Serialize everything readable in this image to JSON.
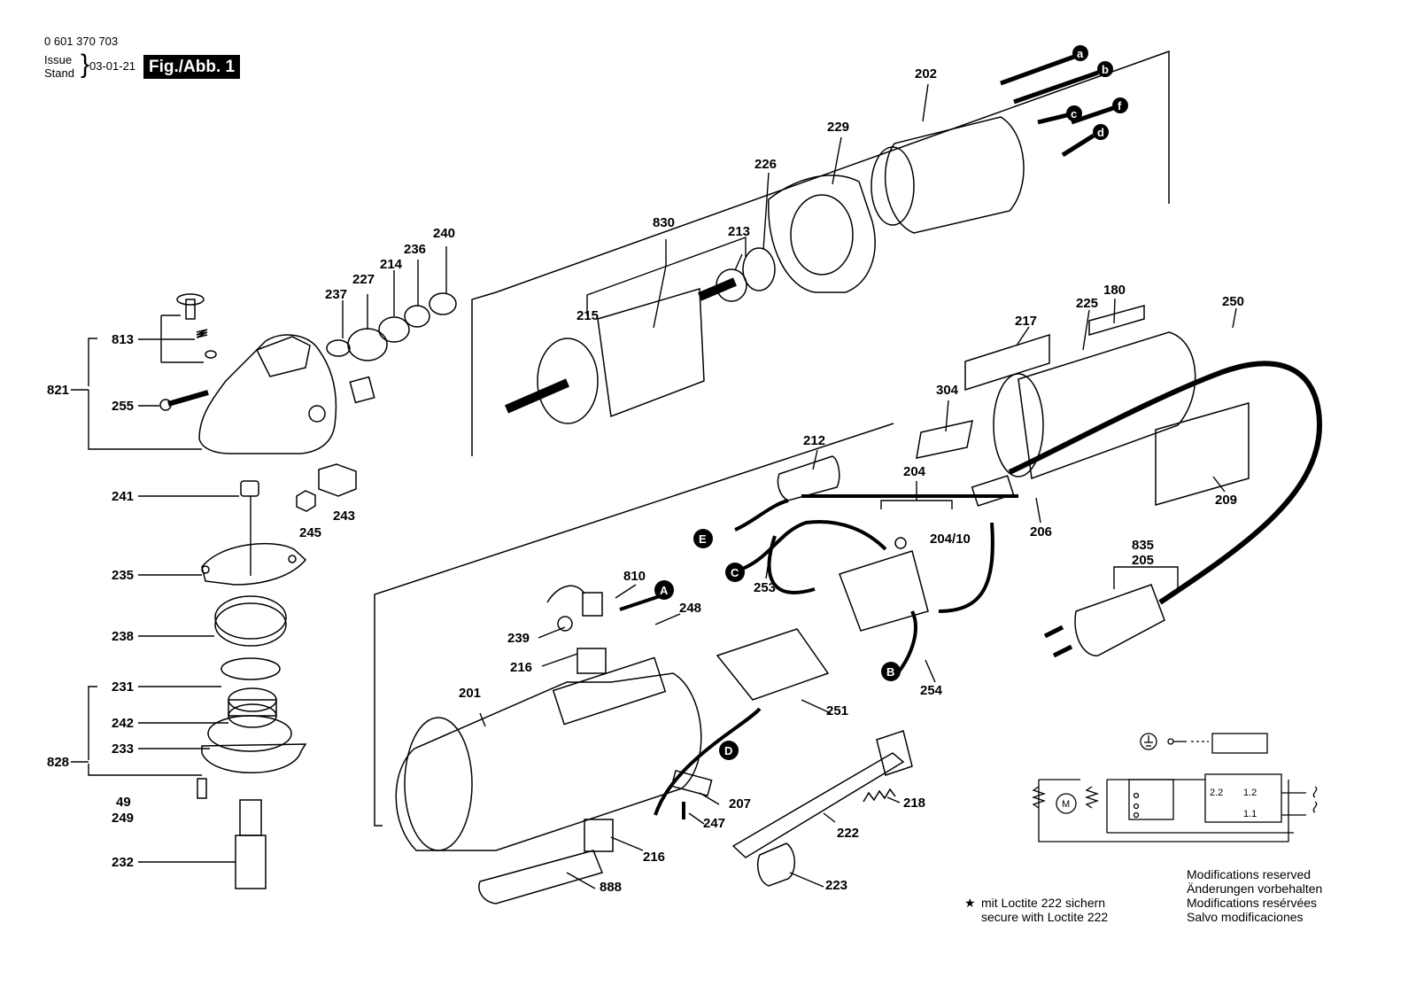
{
  "header": {
    "doc_number": "0 601 370 703",
    "issue_label": "Issue",
    "stand_label": "Stand",
    "issue_date": "03-01-21",
    "figure_label": "Fig./Abb. 1"
  },
  "parts": {
    "p821": "821",
    "p813": "813",
    "p255": "255",
    "p241": "241",
    "p245": "245",
    "p243": "243",
    "p235": "235",
    "p238": "238",
    "p231": "231",
    "p828": "828",
    "p242": "242",
    "p233": "233",
    "p49": "49",
    "p249": "249",
    "p232": "232",
    "p237": "237",
    "p227": "227",
    "p214": "214",
    "p236": "236",
    "p240": "240",
    "p830": "830",
    "p215": "215",
    "p213": "213",
    "p226": "226",
    "p229": "229",
    "p202": "202",
    "p217": "217",
    "p225": "225",
    "p180": "180",
    "p250": "250",
    "p304": "304",
    "p212": "212",
    "p204": "204",
    "p204_10": "204/10",
    "p206": "206",
    "p209": "209",
    "p253": "253",
    "p835": "835",
    "p205": "205",
    "p254": "254",
    "p810": "810",
    "p248": "248",
    "p239": "239",
    "p216a": "216",
    "p201": "201",
    "p251": "251",
    "p207": "207",
    "p247": "247",
    "p216b": "216",
    "p218": "218",
    "p222": "222",
    "p223": "223",
    "p888": "888"
  },
  "connector_letters": {
    "a": "a",
    "b": "b",
    "c": "c",
    "d": "d",
    "f": "f",
    "A": "A",
    "B": "B",
    "C": "C",
    "D": "D",
    "E": "E"
  },
  "schematic": {
    "motor": "M",
    "t22": "2.2",
    "t12": "1.2",
    "t11": "1.1"
  },
  "notes": {
    "star": "★",
    "loctite_de": "mit Loctite 222 sichern",
    "loctite_en": "secure with Loctite 222",
    "mod_en": "Modifications reserved",
    "mod_de": "Änderungen vorbehalten",
    "mod_fr": "Modifications resérvées",
    "mod_es": "Salvo modificaciones"
  }
}
